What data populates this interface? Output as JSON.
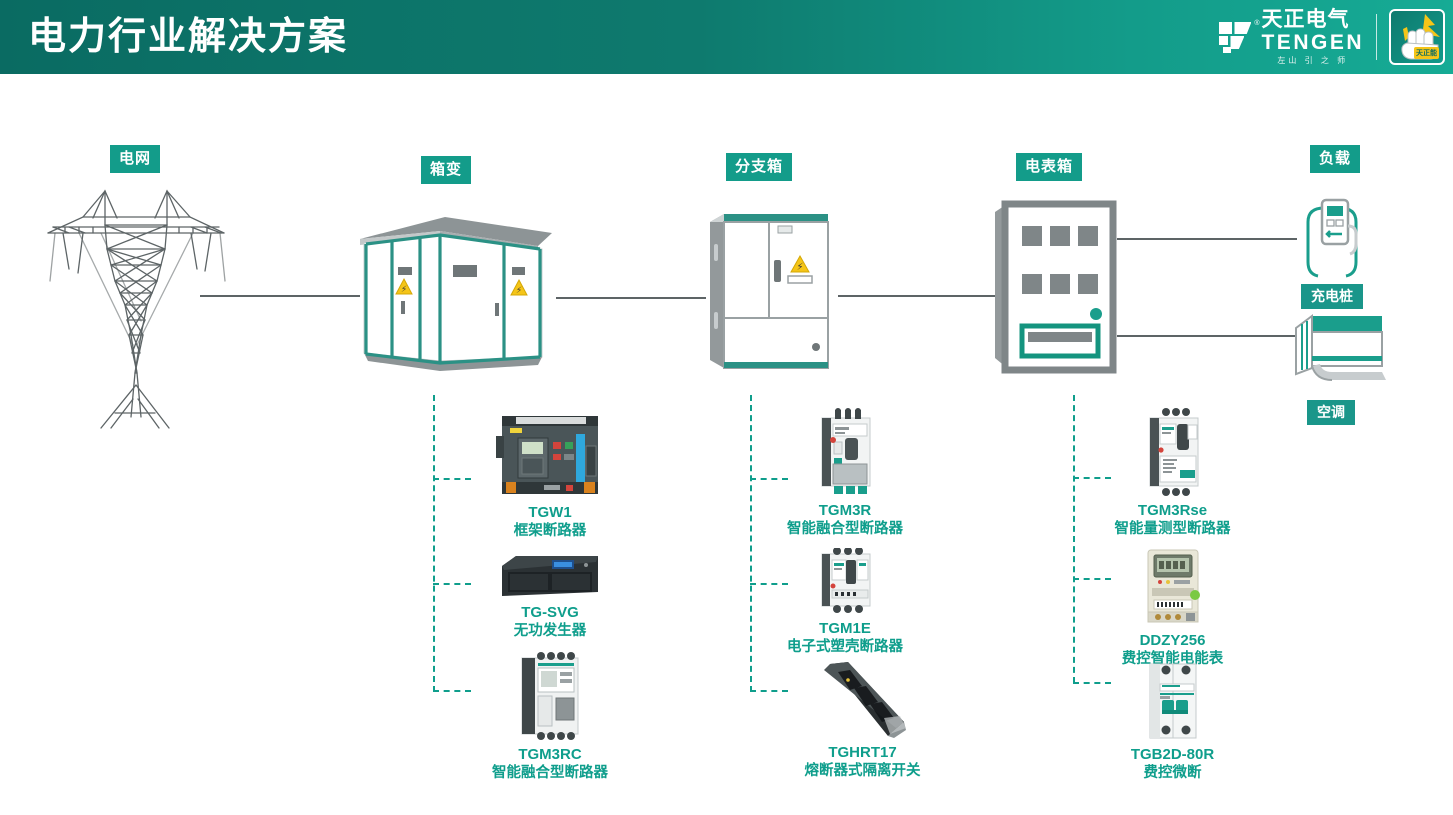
{
  "header": {
    "title": "电力行业解决方案",
    "brand_cn": "天正电气",
    "brand_en": "TENGEN",
    "brand_tagline": "左山 引 之 师",
    "badge_word": "天正能",
    "bg_color": "#0e7a6e",
    "accent_color": "#139c8a"
  },
  "stages": [
    {
      "label": "电网",
      "name": "power-grid"
    },
    {
      "label": "箱变",
      "name": "box-substation"
    },
    {
      "label": "分支箱",
      "name": "branch-box"
    },
    {
      "label": "电表箱",
      "name": "meter-box"
    },
    {
      "label": "负载",
      "name": "load"
    }
  ],
  "loads": [
    {
      "label": "充电桩",
      "name": "ev-charger"
    },
    {
      "label": "空调",
      "name": "air-conditioner"
    }
  ],
  "columns": [
    {
      "stage": "箱变",
      "products": [
        {
          "code": "TGW1",
          "desc": "框架断路器"
        },
        {
          "code": "TG-SVG",
          "desc": "无功发生器"
        },
        {
          "code": "TGM3RC",
          "desc": "智能融合型断路器"
        }
      ]
    },
    {
      "stage": "分支箱",
      "products": [
        {
          "code": "TGM3R",
          "desc": "智能融合型断路器"
        },
        {
          "code": "TGM1E",
          "desc": "电子式塑壳断路器"
        },
        {
          "code": "TGHRT17",
          "desc": "熔断器式隔离开关"
        }
      ]
    },
    {
      "stage": "电表箱",
      "products": [
        {
          "code": "TGM3Rse",
          "desc": "智能量测型断路器"
        },
        {
          "code": "DDZY256",
          "desc": "费控智能电能表"
        },
        {
          "code": "TGB2D-80R",
          "desc": "费控微断"
        }
      ]
    }
  ],
  "colors": {
    "teal": "#0f9e8c",
    "teal_dark": "#0e7a6e",
    "label_bg": "#139c8a",
    "line_gray": "#5d6466"
  }
}
